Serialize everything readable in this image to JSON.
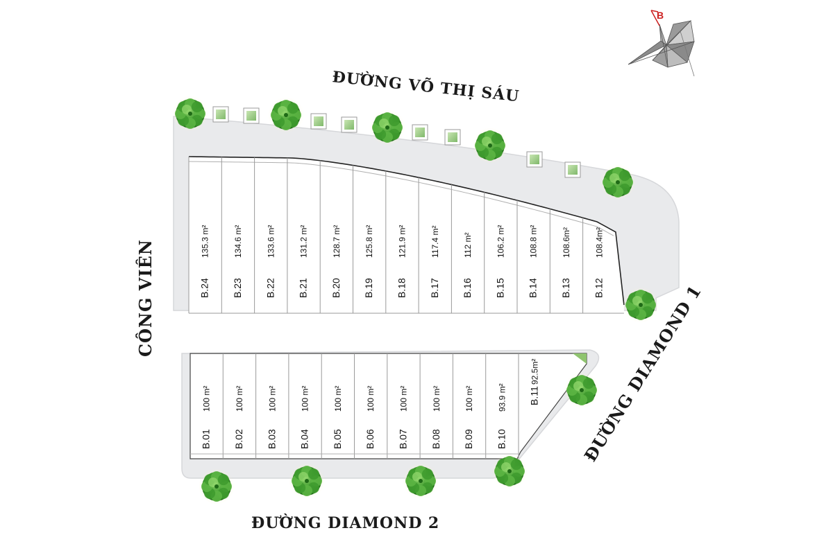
{
  "roads": {
    "top": "ĐƯỜNG VÕ THỊ SÁU",
    "left": "CÔNG VIÊN",
    "right": "ĐƯỜNG DIAMOND 1",
    "bottom": "ĐƯỜNG DIAMOND 2"
  },
  "compass": {
    "letter": "B"
  },
  "upper_lots": [
    {
      "code": "B.24",
      "area": "135.3 m²"
    },
    {
      "code": "B.23",
      "area": "134.6 m²"
    },
    {
      "code": "B.22",
      "area": "133.6 m²"
    },
    {
      "code": "B.21",
      "area": "131.2 m²"
    },
    {
      "code": "B.20",
      "area": "128.7 m²"
    },
    {
      "code": "B.19",
      "area": "125.8 m²"
    },
    {
      "code": "B.18",
      "area": "121.9 m²"
    },
    {
      "code": "B.17",
      "area": "117.4 m²"
    },
    {
      "code": "B.16",
      "area": "112 m²"
    },
    {
      "code": "B.15",
      "area": "106.2 m²"
    },
    {
      "code": "B.14",
      "area": "108.8 m²"
    },
    {
      "code": "B.13",
      "area": "108.6m²"
    },
    {
      "code": "B.12",
      "area": "108.4m²"
    }
  ],
  "lower_lots": [
    {
      "code": "B.01",
      "area": "100 m²"
    },
    {
      "code": "B.02",
      "area": "100 m²"
    },
    {
      "code": "B.03",
      "area": "100 m²"
    },
    {
      "code": "B.04",
      "area": "100 m²"
    },
    {
      "code": "B.05",
      "area": "100 m²"
    },
    {
      "code": "B.06",
      "area": "100 m²"
    },
    {
      "code": "B.07",
      "area": "100 m²"
    },
    {
      "code": "B.08",
      "area": "100 m²"
    },
    {
      "code": "B.09",
      "area": "100 m²"
    },
    {
      "code": "B.10",
      "area": "93.9 m²"
    },
    {
      "code": "B.11",
      "area": "92.5m²"
    }
  ],
  "colors": {
    "pavement": "#e9eaec",
    "pavement_edge": "#d6d7da",
    "lot_fill": "#ffffff",
    "tree": "#3f9b2f",
    "tree_dark": "#1f6a17",
    "tree_light": "#7cc95a"
  }
}
